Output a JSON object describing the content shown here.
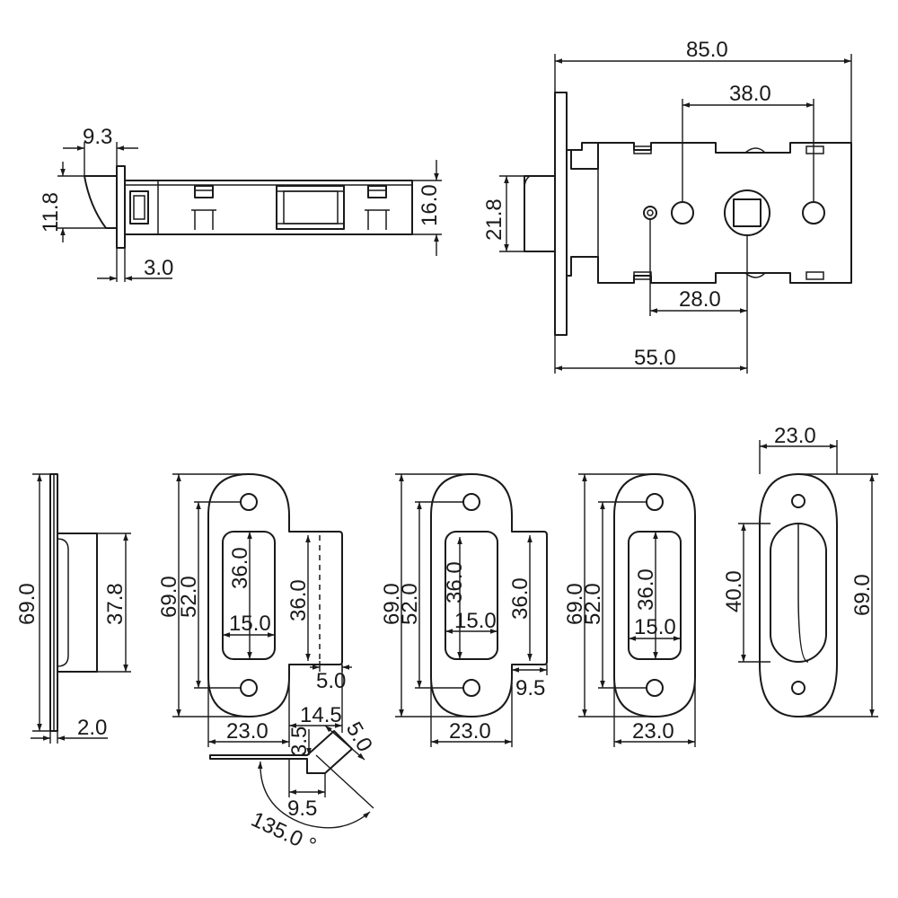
{
  "views": {
    "latch_side": {
      "dims": [
        "9.3",
        "11.8",
        "16.0",
        "3.0"
      ]
    },
    "latch_front": {
      "dims": [
        "85.0",
        "38.0",
        "21.8",
        "28.0",
        "55.0"
      ]
    },
    "faceplate_side": {
      "dims": [
        "69.0",
        "37.8",
        "2.0"
      ]
    },
    "strike_1": {
      "dims": [
        "69.0",
        "52.0",
        "36.0",
        "15.0",
        "36.0",
        "5.0",
        "23.0",
        "14.5"
      ]
    },
    "strike_lip": {
      "dims": [
        "3.5",
        "5.0",
        "9.5",
        "135.0 °"
      ]
    },
    "strike_2": {
      "dims": [
        "69.0",
        "52.0",
        "36.0",
        "15.0",
        "36.0",
        "9.5",
        "23.0"
      ]
    },
    "strike_3": {
      "dims": [
        "69.0",
        "52.0",
        "36.0",
        "15.0",
        "23.0"
      ]
    },
    "strike_4": {
      "dims": [
        "23.0",
        "40.0",
        "69.0"
      ]
    }
  }
}
